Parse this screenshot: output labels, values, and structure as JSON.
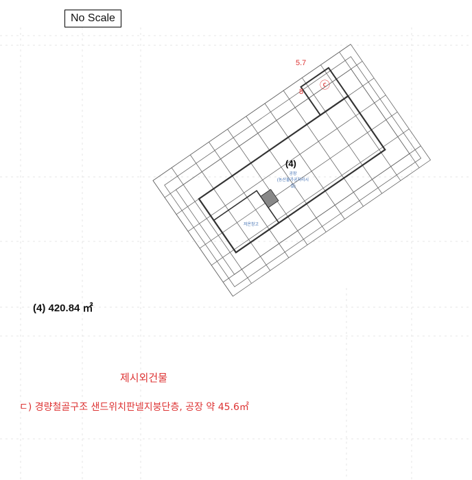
{
  "scale_label": "No Scale",
  "plan": {
    "building_label": "(4)",
    "room_main": "공장",
    "room_main_sub": "(농산물가공처리시설)",
    "room_storage": "저온창고",
    "annex_marker": "ⓒ",
    "annex_dim_width": "5.7",
    "annex_dim_length": "8"
  },
  "area_text": "(4)  420.84  ㎡",
  "notes": {
    "heading": "제시외건물",
    "item": "ㄷ) 경량철골구조 샌드위치판넬지붕단층,  공장   약 45.6㎡"
  },
  "colors": {
    "annotation": "#dd3333",
    "plan_line": "#555555",
    "room_label": "#3a6ab0"
  }
}
